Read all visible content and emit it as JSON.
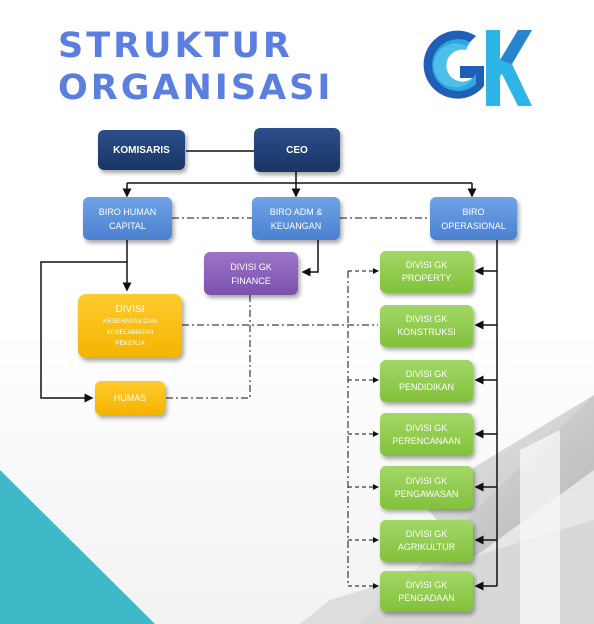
{
  "title": {
    "line1": "STRUKTUR",
    "line2": "ORGANISASI"
  },
  "logo": {
    "name": "GK"
  },
  "colors": {
    "title": "#5b7fe0",
    "navy": "#1f3f77",
    "blue": "#5b8fdb",
    "green": "#8bc34a",
    "purple": "#8a5fbd",
    "yellow": "#f7bb0f",
    "logo_cyan": "#2fb4e8",
    "logo_blue": "#1f5fb5",
    "triangle": "#3fb8c8"
  },
  "nodes": {
    "komisaris": "KOMISARIS",
    "ceo": "CEO",
    "biro_hc": {
      "l1": "BIRO HUMAN",
      "l2": "CAPITAL"
    },
    "biro_adm": {
      "l1": "BIRO ADM &",
      "l2": "KEUANGAN"
    },
    "biro_ops": {
      "l1": "BIRO",
      "l2": "OPERASIONAL"
    },
    "div_finance": {
      "l1": "DIVISI GK",
      "l2": "FINANCE"
    },
    "div_k3": {
      "l1": "DIVISI",
      "l2": "KESEHATAN DAN",
      "l3": "KESELAMATAN",
      "l4": "PEKERJA"
    },
    "humas": "HUMAS",
    "div_ops": [
      {
        "l1": "DIVISI GK",
        "l2": "PROPERTY"
      },
      {
        "l1": "DIVISI GK",
        "l2": "KONSTRUKSI"
      },
      {
        "l1": "DIVISI GK",
        "l2": "PENDIDIKAN"
      },
      {
        "l1": "DIVISI GK",
        "l2": "PERENCANAAN"
      },
      {
        "l1": "DIVISI GK",
        "l2": "PENGAWASAN"
      },
      {
        "l1": "DIVISI GK",
        "l2": "AGRIKULTUR"
      },
      {
        "l1": "DIVISI GK",
        "l2": "PENGADAAN"
      }
    ]
  }
}
